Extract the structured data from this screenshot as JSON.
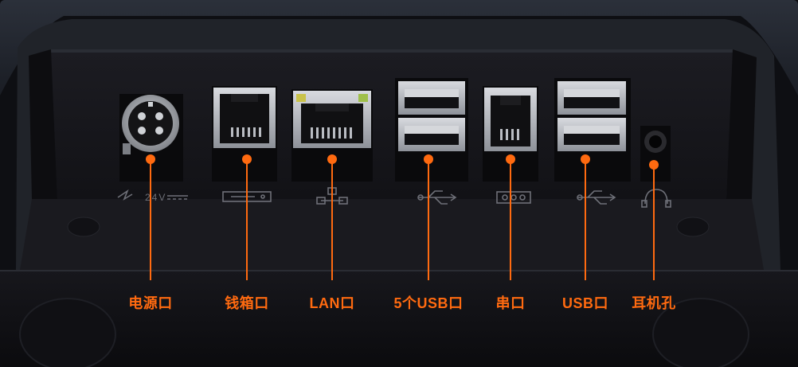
{
  "colors": {
    "accent": "#ff6a10",
    "panel": "#15151a",
    "housing": "#262a33",
    "port_metal": "#b9bcc2",
    "port_dark": "#09090b"
  },
  "ports": [
    {
      "id": "power",
      "icon": "power-din-port-icon",
      "symbol_icon": "dc-power-symbol-icon",
      "symbol_text": "24V",
      "label": "电源口"
    },
    {
      "id": "cashdrawer",
      "icon": "rj11-cash-drawer-port-icon",
      "symbol_icon": "cash-drawer-symbol-icon",
      "label": "钱箱口"
    },
    {
      "id": "lan",
      "icon": "rj45-lan-port-icon",
      "symbol_icon": "network-symbol-icon",
      "label": "LAN口"
    },
    {
      "id": "usb5",
      "icon": "dual-usb-port-icon",
      "symbol_icon": "usb-symbol-icon",
      "label": "5个USB口"
    },
    {
      "id": "serial",
      "icon": "rj12-serial-port-icon",
      "symbol_icon": "serial-symbol-icon",
      "label": "串口"
    },
    {
      "id": "usb",
      "icon": "dual-usb-port-icon",
      "symbol_icon": "usb-symbol-icon",
      "label": "USB口"
    },
    {
      "id": "audio",
      "icon": "audio-jack-port-icon",
      "symbol_icon": "headphone-symbol-icon",
      "label": "耳机孔"
    }
  ]
}
